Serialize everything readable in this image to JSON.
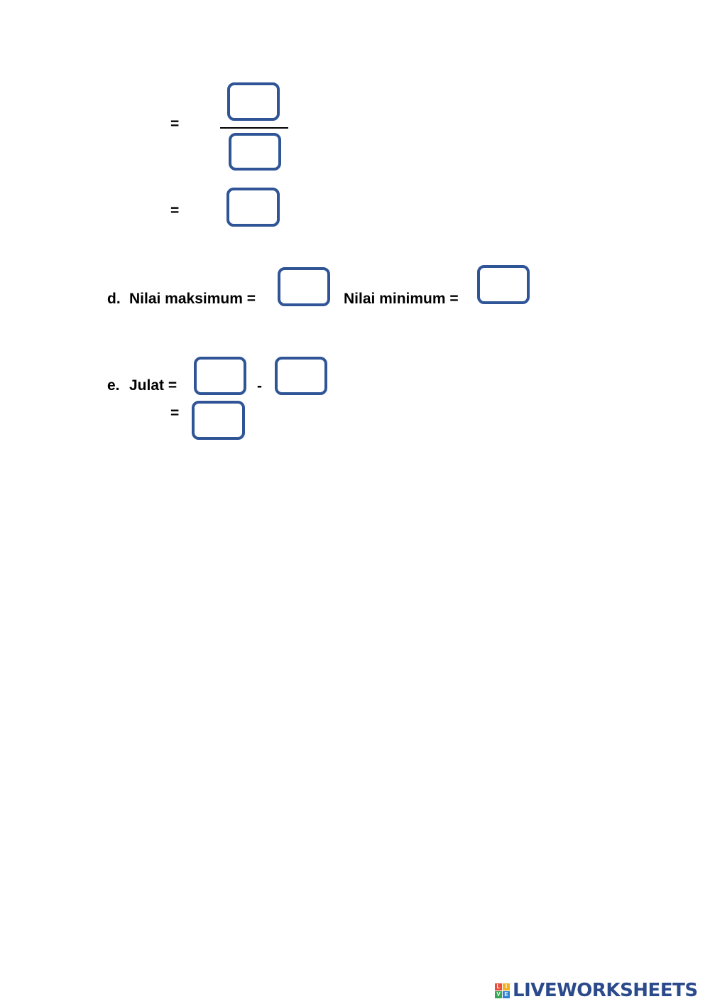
{
  "equals": "=",
  "minus": "-",
  "part_d": {
    "letter": "d.",
    "max_label": "Nilai maksimum =",
    "min_label": "Nilai minimum ="
  },
  "part_e": {
    "letter": "e.",
    "label": "Julat ="
  },
  "brand": {
    "mark_letters": [
      "L",
      "I",
      "V",
      "E"
    ],
    "mark_colors": [
      "#e94b3c",
      "#f2b01e",
      "#3aa655",
      "#2f7fd1"
    ],
    "word": "LIVEWORKSHEETS",
    "accent": "#2b4a8b"
  },
  "box_color": "#2f5597"
}
